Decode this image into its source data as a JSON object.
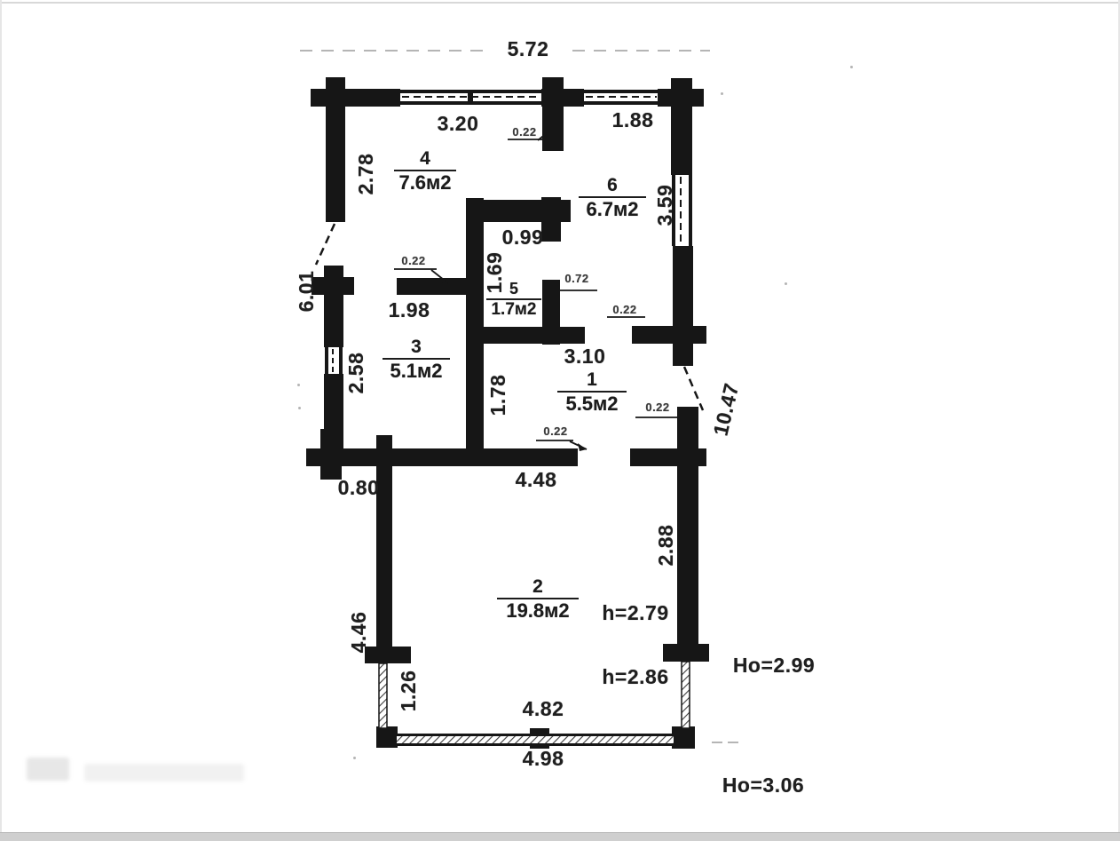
{
  "plan": {
    "rooms": [
      {
        "number": "4",
        "area": "7.6м2"
      },
      {
        "number": "6",
        "area": "6.7м2"
      },
      {
        "number": "5",
        "area": "1.7м2"
      },
      {
        "number": "3",
        "area": "5.1м2"
      },
      {
        "number": "1",
        "area": "5.5м2"
      },
      {
        "number": "2",
        "area": "19.8м2"
      }
    ],
    "dimensions": {
      "top_total": "5.72",
      "top_window_left": "3.20",
      "top_door": "0.22",
      "top_window_right": "1.88",
      "left_upper": "2.78",
      "left_total": "6.01",
      "right_window": "3.59",
      "closet_width": "0.99",
      "closet_height": "1.69",
      "door_rooms_4_3": "0.22",
      "wall_rooms_4_3": "1.98",
      "closet_door": "0.72",
      "opening_room6": "0.22",
      "room1_width": "3.10",
      "room1_height": "1.78",
      "left_mid": "2.58",
      "right_diagonal": "10.47",
      "door_room1_right": "0.22",
      "door_room1_bottom": "0.22",
      "bottom_left_offset": "0.80",
      "room1_bottom_width": "4.48",
      "right_lower": "2.88",
      "room2_left_height": "4.46",
      "room2_pier_left": "1.26",
      "bottom_inner": "4.82",
      "bottom_outer": "4.98"
    },
    "heights": {
      "room2_h1": "h=2.79",
      "room2_h2": "h=2.86",
      "ho_right": "Ho=2.99",
      "ho_bottom": "Ho=3.06"
    },
    "ink_color": "#161616"
  }
}
